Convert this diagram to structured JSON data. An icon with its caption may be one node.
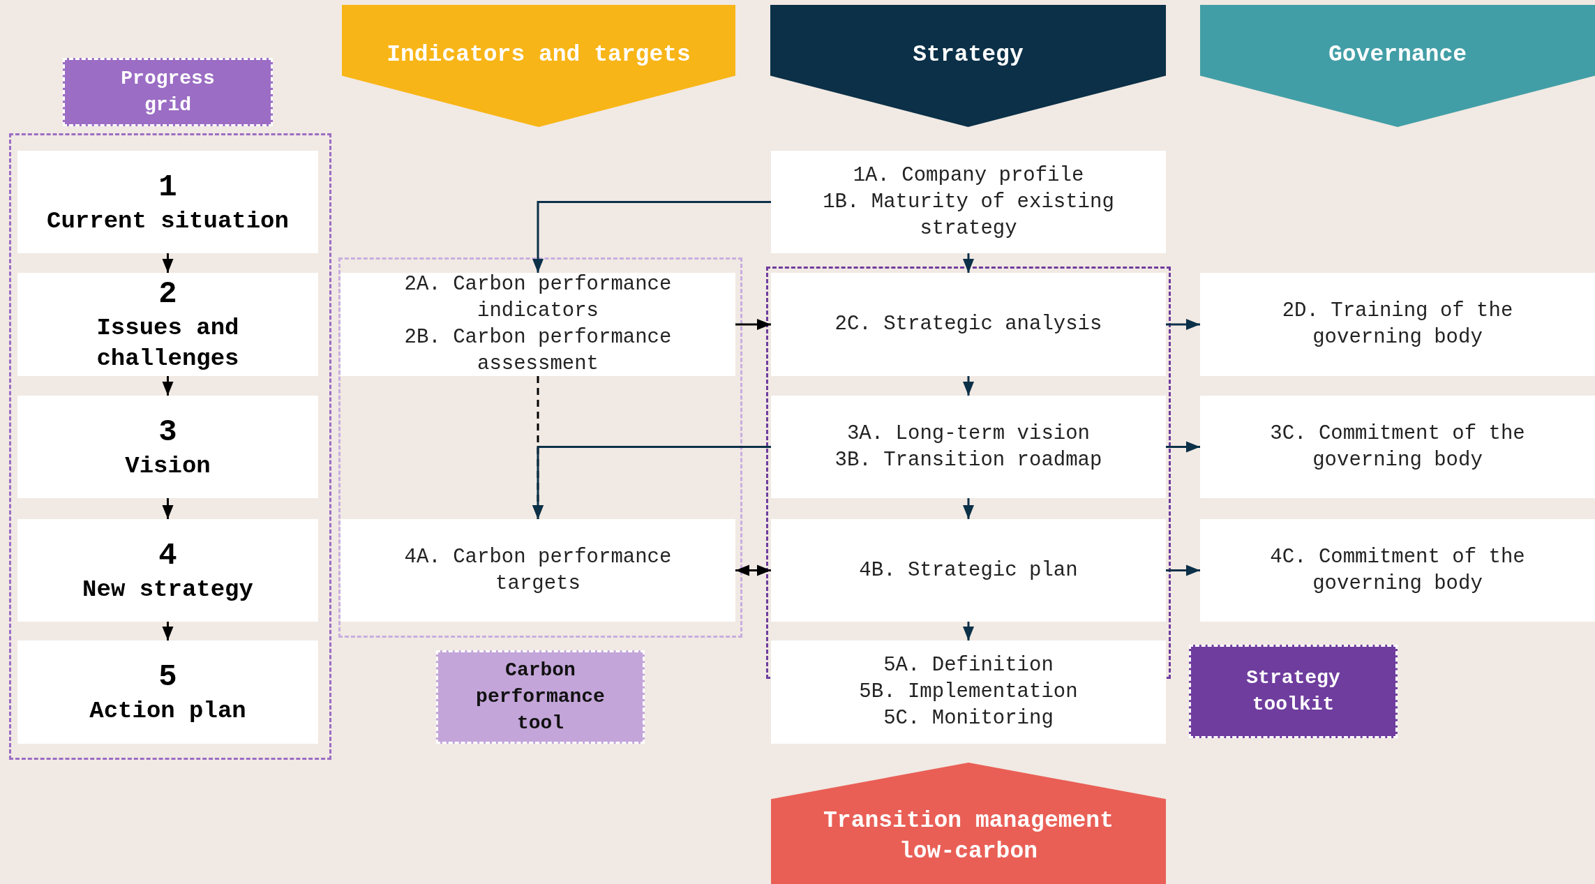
{
  "diagram": {
    "nodes": [
      {
        "text": [
          "Indicators and targets"
        ]
      },
      {
        "text": [
          "Strategy"
        ]
      },
      {
        "text": [
          "Governance"
        ]
      },
      {
        "text": [
          "Progress grid"
        ]
      },
      {
        "text": [
          "1",
          "Current situation"
        ],
        "in": 3
      },
      {
        "text": [
          "2",
          "Issues and challenges"
        ],
        "in": 3
      },
      {
        "text": [
          "3",
          "Vision"
        ],
        "in": 3
      },
      {
        "text": [
          "4",
          "New strategy"
        ],
        "in": 3
      },
      {
        "text": [
          "5",
          "Action plan"
        ],
        "in": 3
      },
      {
        "text": [
          "1A. Company profile",
          "1B. Maturity of existing strategy"
        ]
      },
      {
        "text": [
          "Carbon performance tool"
        ]
      },
      {
        "text": [
          "2A. Carbon performance indicators",
          "2B. Carbon performance assessment"
        ],
        "in": 10
      },
      {
        "text": [
          "Strategy toolkit"
        ]
      },
      {
        "text": [
          "2C. Strategic analysis"
        ],
        "in": 12
      },
      {
        "text": [
          "2D. Training of the governing body"
        ]
      },
      {
        "text": [
          "3A. Long-term vision",
          "3B. Transition roadmap"
        ],
        "in": 12
      },
      {
        "text": [
          "3C. Commitment of the governing body"
        ]
      },
      {
        "text": [
          "4A. Carbon performance targets"
        ],
        "in": 10
      },
      {
        "text": [
          "4B. Strategic plan"
        ],
        "in": 12
      },
      {
        "text": [
          "4C. Commitment of the governing body"
        ]
      },
      {
        "text": [
          "5A. Definition",
          "5B. Implementation",
          "5C. Monitoring"
        ]
      },
      {
        "text": [
          "Transition management low-carbon"
        ]
      }
    ],
    "edges": [
      {
        "from": 4,
        "to": 5,
        "arrow": "to",
        "color": "#000000"
      },
      {
        "from": 5,
        "to": 6,
        "arrow": "to",
        "color": "#000000"
      },
      {
        "from": 6,
        "to": 7,
        "arrow": "to",
        "color": "#000000"
      },
      {
        "from": 7,
        "to": 8,
        "arrow": "to",
        "color": "#000000"
      },
      {
        "from": 9,
        "to": 11,
        "arrow": "to"
      },
      {
        "from": 9,
        "to": 13,
        "arrow": "to"
      },
      {
        "from": 11,
        "to": 13,
        "arrow": "to",
        "color": "#000000"
      },
      {
        "from": 11,
        "to": 17,
        "arrow": "to",
        "style": "dashed",
        "color": "#000000"
      },
      {
        "from": 13,
        "to": 14,
        "arrow": "to"
      },
      {
        "from": 13,
        "to": 15,
        "arrow": "to"
      },
      {
        "from": 15,
        "to": 16,
        "arrow": "to"
      },
      {
        "from": 15,
        "to": 17,
        "arrow": "to"
      },
      {
        "from": 15,
        "to": 18,
        "arrow": "to"
      },
      {
        "from": 17,
        "to": 18,
        "arrow": "both",
        "color": "#000000"
      },
      {
        "from": 18,
        "to": 19,
        "arrow": "to"
      },
      {
        "from": 18,
        "to": 20,
        "arrow": "to"
      }
    ]
  }
}
